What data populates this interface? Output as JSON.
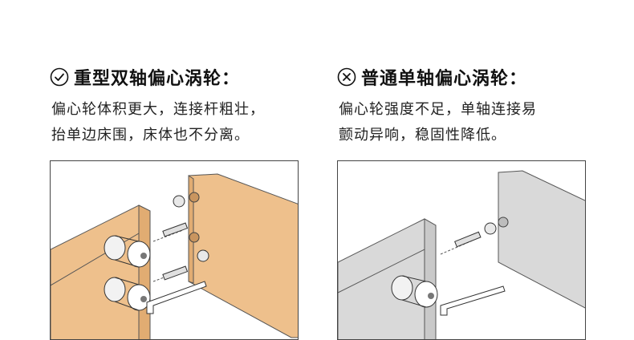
{
  "left": {
    "icon": "check-circle-icon",
    "title": "重型双轴偏心涡轮：",
    "desc_line_1": "偏心轮体积更大，连接杆粗壮，",
    "desc_line_2": "抬单边床围，床体也不分离。",
    "board_color": "#eec08c",
    "illustration": "dual-cam-fitting-wood-illustration"
  },
  "right": {
    "icon": "cross-circle-icon",
    "title": "普通单轴偏心涡轮：",
    "desc_line_1": "偏心轮强度不足，单轴连接易",
    "desc_line_2": "颤动异响，稳固性降低。",
    "board_color": "#d9d9d9",
    "illustration": "single-cam-fitting-gray-illustration"
  }
}
